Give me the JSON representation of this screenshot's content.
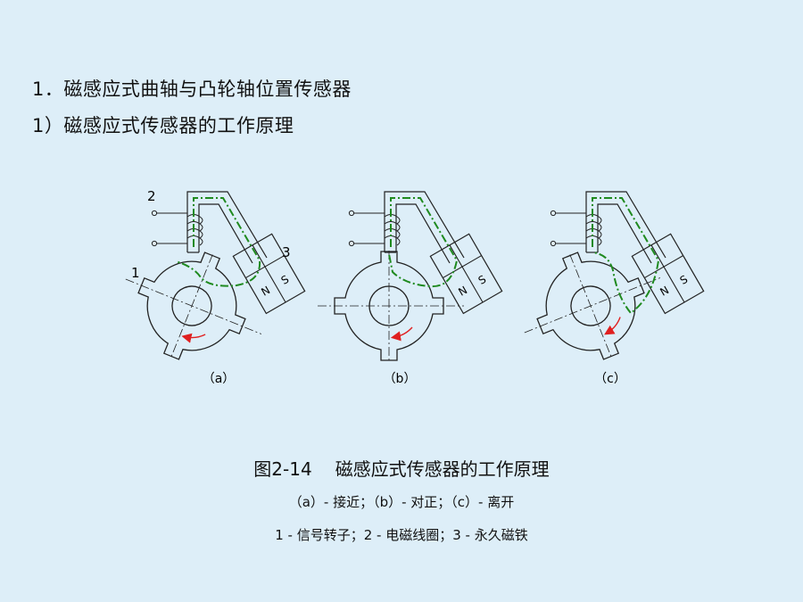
{
  "headings": {
    "main": "1．磁感应式曲轴与凸轮轴位置传感器",
    "sub": "1）磁感应式传感器的工作原理"
  },
  "diagram": {
    "part_labels": {
      "rotor": "1",
      "coil": "2",
      "magnet": "3"
    },
    "magnet_poles": {
      "north": "N",
      "south": "S"
    },
    "panels": [
      {
        "label": "（a）",
        "state": "approaching"
      },
      {
        "label": "（b）",
        "state": "aligned"
      },
      {
        "label": "（c）",
        "state": "leaving"
      }
    ]
  },
  "caption": {
    "figure_number": "图2-14",
    "title": "磁感应式传感器的工作原理",
    "states": "（a）- 接近；（b）- 对正；（c）- 离开",
    "parts": "1 - 信号转子；2 - 电磁线圈；3 - 永久磁铁"
  },
  "colors": {
    "background": "#ddeef8",
    "line": "#222222",
    "flux_path": "#1f8a1f",
    "rotation_arrow": "#e02020"
  }
}
